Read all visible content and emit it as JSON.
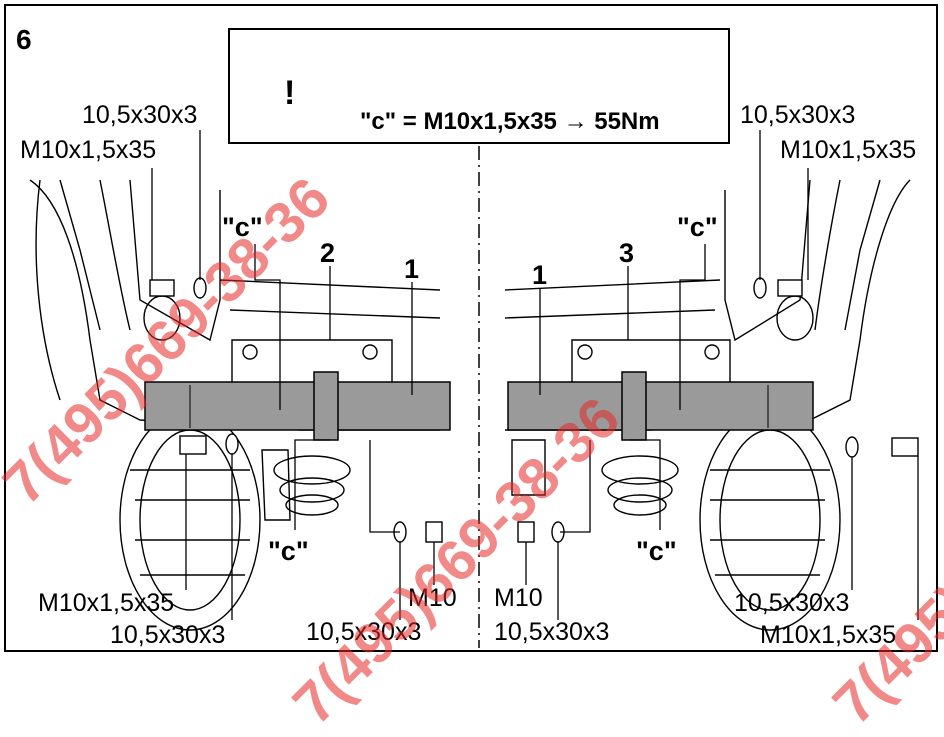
{
  "step_number": "6",
  "warning": {
    "formula": "\"c\" = M10x1,5x35 → 55Nm",
    "warning_symbol_text": "!"
  },
  "labels": {
    "washer_tl": "10,5x30x3",
    "bolt_tl": "M10x1,5x35",
    "washer_tr": "10,5x30x3",
    "bolt_tr": "M10x1,5x35",
    "c_upper_left": "\"c\"",
    "c_upper_right": "\"c\"",
    "c_lower_left": "\"c\"",
    "c_lower_right": "\"c\"",
    "part_2": "2",
    "part_1_left": "1",
    "part_1_right": "1",
    "part_3": "3",
    "bolt_bl": "M10x1,5x35",
    "washer_bl": "10,5x30x3",
    "washer_bc": "10,5x30x3",
    "nut_bc": "M10",
    "nut_br_center": "M10",
    "washer_br_center": "10,5x30x3",
    "washer_br": "10,5x30x3",
    "bolt_br": "M10x1,5x35"
  },
  "watermark": "7(495)669-38-36",
  "colors": {
    "beam_gray": "#9a9a9a",
    "line_black": "#000000",
    "watermark_red": "#e62828"
  }
}
